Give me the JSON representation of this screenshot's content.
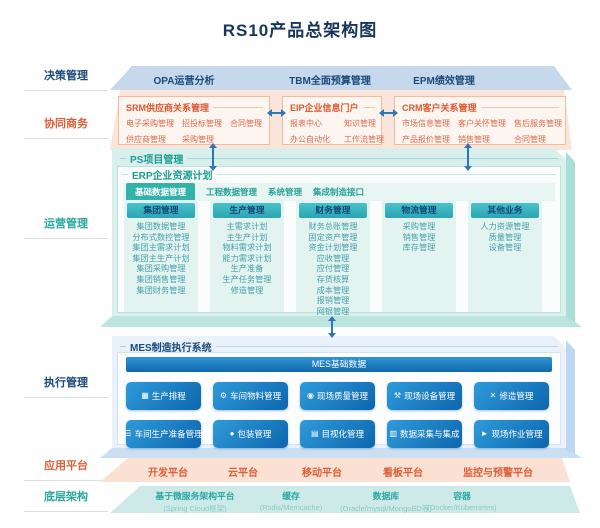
{
  "title": "RS10产品总架构图",
  "colors": {
    "navy": "#1b4a7a",
    "orange": "#e0603a",
    "teal": "#2aa8a0",
    "arrow_blue": "#2f76b8",
    "button_blue": "#1374bd"
  },
  "icons": {
    "h_double_arrow": "↔",
    "v_double_arrow": "↕"
  },
  "side_labels": [
    "决策管理",
    "协同商务",
    "运营管理",
    "执行管理",
    "应用平台",
    "底层架构"
  ],
  "decision": {
    "items": [
      "OPA运营分析",
      "TBM全面预算管理",
      "EPM绩效管理"
    ]
  },
  "collab": {
    "srm": {
      "title": "SRM供应商关系管理",
      "items": [
        "电子采购管理",
        "招投标管理",
        "合同管理",
        "供应商管理",
        "采购管理"
      ]
    },
    "eip": {
      "title": "EIP企业信息门户",
      "items": [
        "报表中心",
        "知识管理",
        "办公自动化",
        "工作流管理"
      ]
    },
    "crm": {
      "title": "CRM客户关系管理",
      "items": [
        "市场信息管理",
        "客户关怀管理",
        "售后服务管理",
        "产品报价管理",
        "销售管理",
        "合同管理"
      ]
    }
  },
  "ops": {
    "ps_title": "PS项目管理",
    "erp_title": "ERP企业资源计划",
    "tabs": {
      "selected": "基础数据管理",
      "tab2": "工程数据管理",
      "tab3": "系统管理",
      "tab4": "集成制造接口"
    },
    "columns": [
      {
        "header": "集团管理",
        "items": [
          "集团数据管理",
          "分布式数控管理",
          "集团主需求计划",
          "集团主生产计划",
          "集团采购管理",
          "集团销售管理",
          "集团财务管理"
        ]
      },
      {
        "header": "生产管理",
        "items": [
          "主需求计划",
          "主生产计划",
          "物料需求计划",
          "能力需求计划",
          "生产准备",
          "生产任务管理",
          "修造管理"
        ]
      },
      {
        "header": "财务管理",
        "items": [
          "财务总账管理",
          "固定资产管理",
          "资金计划管理",
          "应收管理",
          "应付管理",
          "存货核算",
          "成本管理",
          "报销管理",
          "网银管理"
        ]
      },
      {
        "header": "物流管理",
        "items": [
          "采购管理",
          "销售管理",
          "库存管理"
        ]
      },
      {
        "header": "其他业务",
        "items": [
          "人力资源管理",
          "质量管理",
          "设备管理"
        ]
      }
    ]
  },
  "mes": {
    "title": "MES制造执行系统",
    "base_bar": "MES基础数据",
    "row1": [
      {
        "icon": "▦",
        "label": "生产排程"
      },
      {
        "icon": "⚙",
        "label": "车间物料管理"
      },
      {
        "icon": "◉",
        "label": "现场质量管理"
      },
      {
        "icon": "⚒",
        "label": "现场设备管理"
      },
      {
        "icon": "✕",
        "label": "修造管理"
      }
    ],
    "row2": [
      {
        "icon": "☰",
        "label": "车间生产准备管理"
      },
      {
        "icon": "●",
        "label": "包装管理"
      },
      {
        "icon": "▤",
        "label": "目视化管理"
      },
      {
        "icon": "▥",
        "label": "数据采集与集成"
      },
      {
        "icon": "►",
        "label": "现场作业管理"
      }
    ]
  },
  "apps": {
    "items": [
      "开发平台",
      "云平台",
      "移动平台",
      "看板平台",
      "监控与预警平台"
    ]
  },
  "infra": {
    "items": [
      {
        "name": "基于微服务架构平台",
        "sub": "(Spring Cloud框架)"
      },
      {
        "name": "缓存",
        "sub": "(Rsdis/Memcache)"
      },
      {
        "name": "数据库",
        "sub": "(Oracle/mysql/MongoBD等)"
      },
      {
        "name": "容器",
        "sub": "(Docker/Kubernetes)"
      }
    ]
  }
}
